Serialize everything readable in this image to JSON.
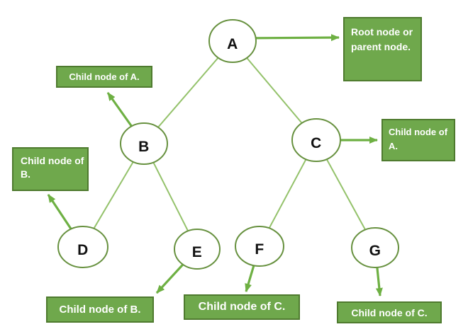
{
  "diagram": {
    "type": "tree",
    "description": "Tree data structure diagram with root node A, internal nodes B and C, and leaf nodes D, E, F, G, annotated with green label boxes.",
    "colors": {
      "background": "#FFFFFF",
      "box_fill": "#6FA84C",
      "box_border": "#4E7A2E",
      "box_text": "#FFFFFF",
      "node_fill": "#FFFFFF",
      "node_border": "#67913F",
      "node_text": "#111111",
      "edge": "#94C26B",
      "arrow": "#6EB043"
    },
    "nodes": {
      "a": {
        "label": "A"
      },
      "b": {
        "label": "B"
      },
      "c": {
        "label": "C"
      },
      "d": {
        "label": "D"
      },
      "e": {
        "label": "E"
      },
      "f": {
        "label": "F"
      },
      "g": {
        "label": "G"
      }
    },
    "edges": [
      "A-B",
      "A-C",
      "B-D",
      "B-E",
      "C-F",
      "C-G"
    ],
    "annotations": {
      "root": {
        "text": "Root node or parent node.",
        "arrow_from": "A"
      },
      "child_a_upper": {
        "text": "Child node of A.",
        "arrow_from": "B"
      },
      "child_a_right": {
        "text": "Child node of A.",
        "arrow_from": "C"
      },
      "child_b_left": {
        "text": "Child node of B.",
        "arrow_from": "D"
      },
      "child_b_bottom": {
        "text": "Child node of B.",
        "arrow_from": "E"
      },
      "child_c_mid": {
        "text": "Child node of C.",
        "arrow_from": "F"
      },
      "child_c_right": {
        "text": "Child node of C.",
        "arrow_from": "G"
      }
    }
  }
}
